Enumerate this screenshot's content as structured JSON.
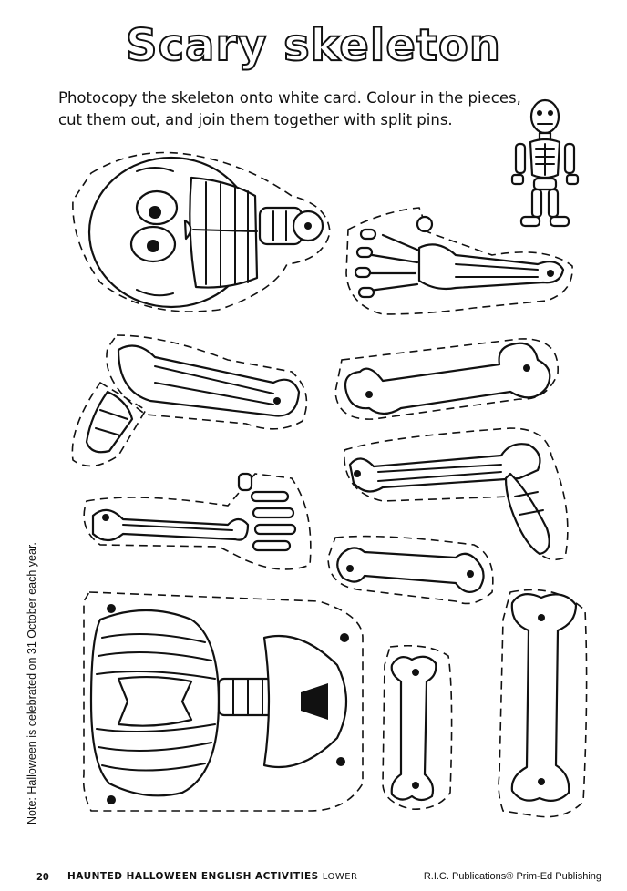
{
  "title": "Scary skeleton",
  "instructions": "Photocopy the skeleton onto white card. Colour in the pieces, cut them out, and join them together with split pins.",
  "side_note": "Note:  Halloween is celebrated on 31 October each year.",
  "footer": {
    "page_number": "20",
    "book_title": "HAUNTED HALLOWEEN ENGLISH ACTIVITIES",
    "level": "LOWER",
    "publisher": "R.I.C. Publications®  Prim-Ed Publishing"
  }
}
